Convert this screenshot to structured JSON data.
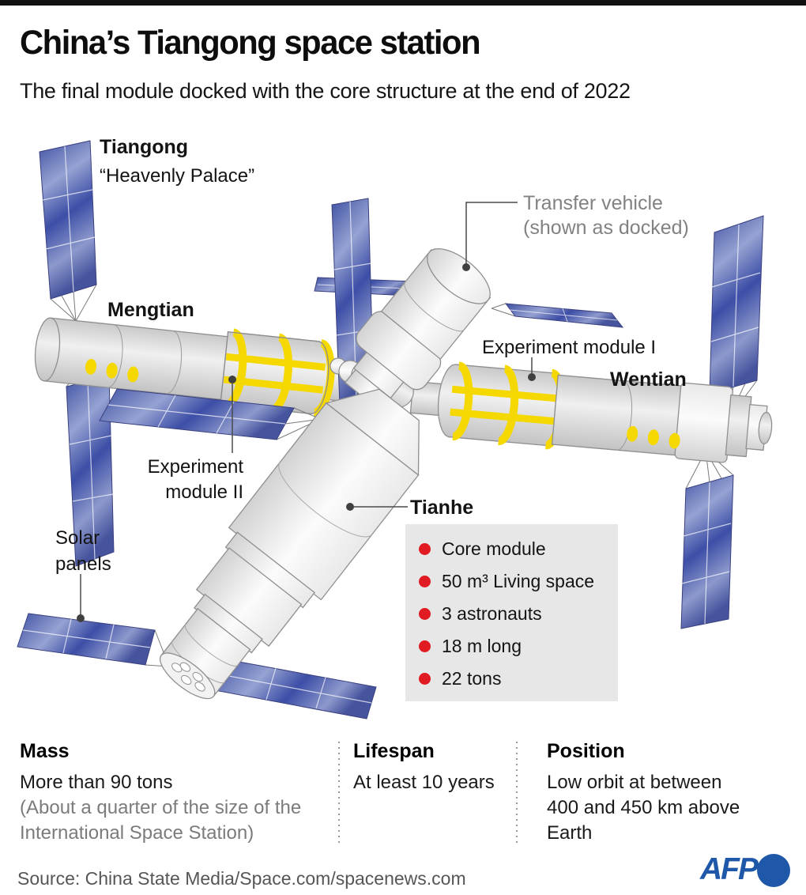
{
  "header": {
    "title": "China’s Tiangong space station",
    "subtitle": "The final module docked with the core structure at the end of 2022"
  },
  "diagram": {
    "station_label": "Tiangong",
    "station_nickname": "“Heavenly Palace”",
    "transfer_vehicle": {
      "label": "Transfer vehicle",
      "note": "(shown as docked)"
    },
    "modules": {
      "mengtian": "Mengtian",
      "experiment_module_1": "Experiment module I",
      "wentian": "Wentian",
      "experiment_module_2_line1": "Experiment",
      "experiment_module_2_line2": "module II",
      "solar_panels_line1": "Solar",
      "solar_panels_line2": "panels",
      "tianhe": "Tianhe"
    },
    "tianhe_facts": [
      "Core module",
      "50 m³ Living space",
      "3 astronauts",
      "18 m long",
      "22 tons"
    ]
  },
  "stats": {
    "mass": {
      "heading": "Mass",
      "value": "More than 90 tons",
      "note": "(About a quarter of the size of the International Space Station)"
    },
    "lifespan": {
      "heading": "Lifespan",
      "value": "At least 10 years"
    },
    "position": {
      "heading": "Position",
      "value": "Low orbit at between 400 and 450 km above Earth"
    }
  },
  "footer": {
    "source": "Source: China State Media/Space.com/spacenews.com",
    "agency": "AFP"
  },
  "colors": {
    "panel_blue": "#4355a4",
    "station_gray": "#d9d9d9",
    "highlight_yellow": "#f5d800",
    "bullet_red": "#e11b22",
    "afp_blue": "#1f57a9",
    "facts_box_gray": "#e7e7e7",
    "label_gray": "#828282"
  }
}
